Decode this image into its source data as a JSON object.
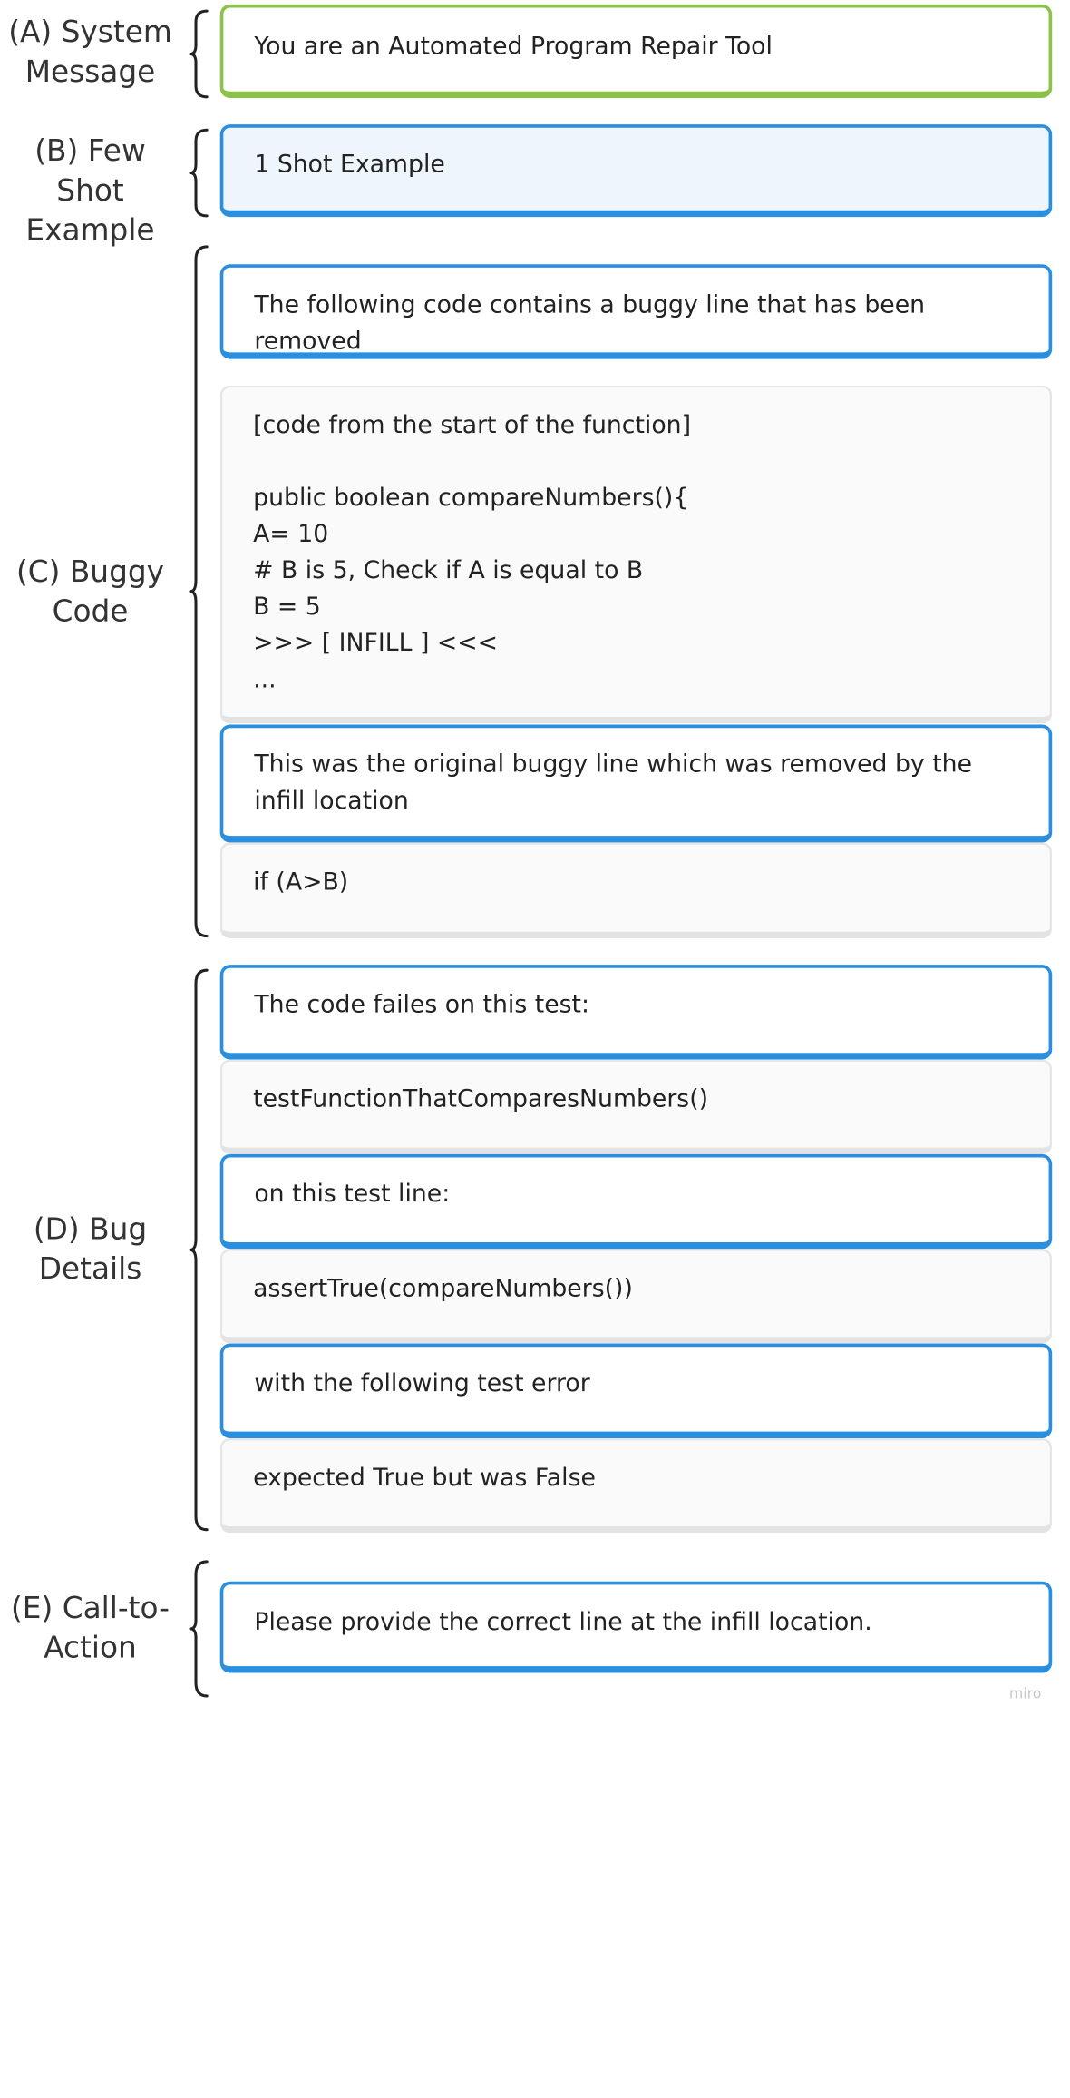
{
  "labels": {
    "a": [
      "(A) System",
      "Message"
    ],
    "b": [
      "(B) Few Shot",
      "Example"
    ],
    "c": [
      "(C) Buggy",
      "Code"
    ],
    "d": [
      "(D) Bug",
      "Details"
    ],
    "e": [
      "(E) Call-to-",
      "Action"
    ]
  },
  "boxes": {
    "system_message": "You are an Automated Program Repair Tool",
    "few_shot": "1 Shot Example",
    "buggy_intro": "The following code contains a buggy line that has been removed",
    "code_snippet": "[code from the start of the function]\n\npublic boolean compareNumbers(){\nA= 10\n# B is 5, Check if A is equal to B\nB = 5\n>>> [ INFILL ] <<<\n...",
    "original_line_intro": "This was the original buggy line which was removed by the infill location",
    "original_line": "if (A>B)",
    "test_intro": "The code failes on this test:",
    "test_name": "testFunctionThatComparesNumbers()",
    "test_line_intro": "on this test line:",
    "test_line": "assertTrue(compareNumbers())",
    "error_intro": "with the following test error",
    "error_message": "expected True but was False",
    "call_to_action": "Please provide the correct line at the infill location."
  },
  "watermark": "miro",
  "colors": {
    "green_border": "#8bc34a",
    "blue_border": "#2b8fe0",
    "light_blue_fill": "#eef5fd",
    "gray_fill": "#fafafa"
  }
}
